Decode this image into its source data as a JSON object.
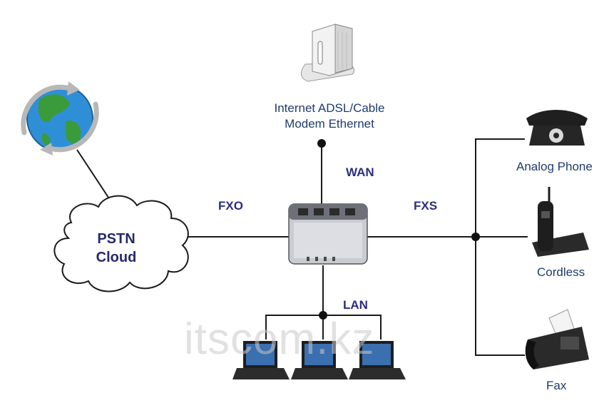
{
  "labels": {
    "pstn_line1": "PSTN",
    "pstn_line2": "Cloud",
    "fxo": "FXO",
    "fxs": "FXS",
    "wan": "WAN",
    "lan": "LAN",
    "modem_line1": "Internet ADSL/Cable",
    "modem_line2": "Modem Ethernet",
    "analog_phone": "Analog Phone",
    "cordless": "Cordless",
    "fax": "Fax"
  },
  "watermark": "itscom.kz",
  "colors": {
    "line": "#1a1a1a",
    "port_label": "#2c2c80",
    "device_label": "#1f3b6e",
    "globe_ocean": "#2f8fd6",
    "globe_land": "#3a9b3a",
    "gateway_body": "#c8ccd2"
  },
  "icons": {
    "globe": "globe-icon",
    "cloud": "cloud-icon",
    "modem": "modem-icon",
    "gateway": "gateway-icon",
    "analog_phone": "analog-phone-icon",
    "cordless": "cordless-phone-icon",
    "fax": "fax-icon",
    "laptop": "laptop-icon"
  }
}
